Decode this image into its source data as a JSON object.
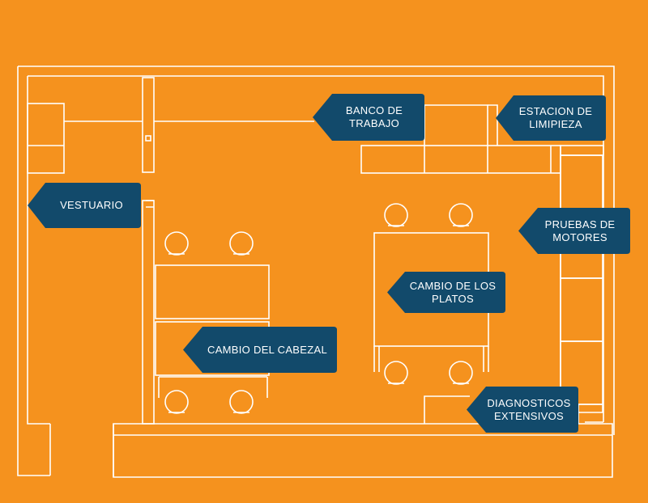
{
  "colors": {
    "background": "#f5921e",
    "lines": "#ffffff",
    "label_fill": "#124a6b"
  },
  "labels": {
    "banco_de_trabajo": "BANCO DE\nTRABAJO",
    "estacion_de_limpieza": "ESTACION DE\nLIMIPIEZA",
    "vestuario": "VESTUARIO",
    "pruebas_de_motores": "PRUEBAS DE\nMOTORES",
    "cambio_de_los_platos": "CAMBIO DE LOS\nPLATOS",
    "cambio_del_cabezal": "CAMBIO DEL CABEZAL",
    "diagnosticos_extensivos": "DIAGNOSTICOS\nEXTENSIVOS"
  }
}
